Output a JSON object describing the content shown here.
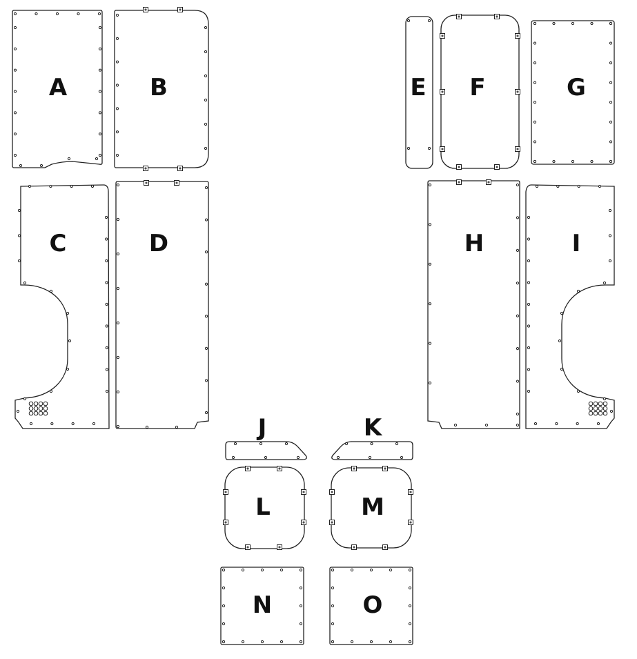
{
  "panels": {
    "A": "A",
    "B": "B",
    "C": "C",
    "D": "D",
    "E": "E",
    "F": "F",
    "G": "G",
    "H": "H",
    "I": "I",
    "J": "J",
    "K": "K",
    "L": "L",
    "M": "M",
    "N": "N",
    "O": "O"
  }
}
